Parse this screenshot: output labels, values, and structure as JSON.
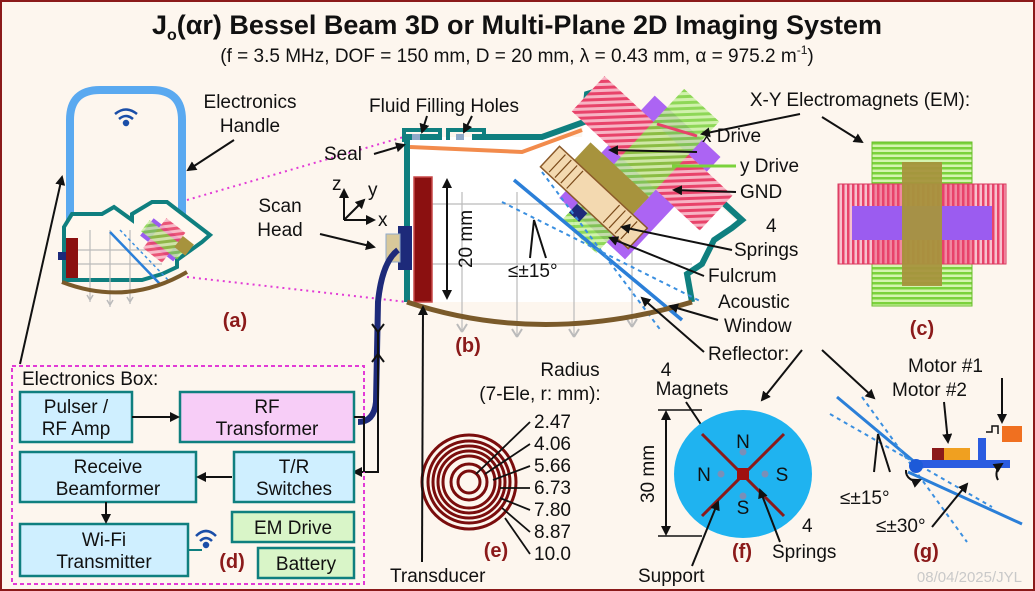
{
  "title": {
    "prefix": "J",
    "subscript": "o",
    "suffix": "(αr) Bessel Beam 3D or Multi-Plane 2D Imaging System"
  },
  "subtitle": {
    "main": "(f = 3.5 MHz, DOF = 150 mm, D = 20 mm, λ = 0.43 mm, α = 975.2 m",
    "superscript": "-1",
    "close": ")"
  },
  "panel_a": {
    "letter": "(a)",
    "handle_line1": "Electronics",
    "handle_line2": "Handle",
    "scan_line1": "Scan",
    "scan_line2": "Head"
  },
  "panel_b": {
    "letter": "(b)",
    "fluid_holes": "Fluid Filling Holes",
    "seal": "Seal",
    "axis_z": "z",
    "axis_y": "y",
    "axis_x": "x",
    "dimension": "20 mm",
    "angle": "≤±15°",
    "x_drive": "x Drive",
    "y_drive": "y Drive",
    "gnd": "GND",
    "springs_count": "4",
    "springs": "Springs",
    "fulcrum": "Fulcrum",
    "acoustic_line1": "Acoustic",
    "acoustic_line2": "Window",
    "reflector": "Reflector:"
  },
  "panel_c": {
    "letter": "(c)",
    "heading": "X-Y Electromagnets (EM):"
  },
  "panel_d": {
    "letter": "(d)",
    "heading": "Electronics Box:",
    "boxes": {
      "pulser_line1": "Pulser /",
      "pulser_line2": "RF Amp",
      "rf_line1": "RF",
      "rf_line2": "Transformer",
      "receive_line1": "Receive",
      "receive_line2": "Beamformer",
      "tr_line1": "T/R",
      "tr_line2": "Switches",
      "wifi_line1": "Wi-Fi",
      "wifi_line2": "Transmitter",
      "em_drive": "EM Drive",
      "battery": "Battery"
    }
  },
  "panel_e": {
    "letter": "(e)",
    "heading_line1": "Radius",
    "heading_line2": "(7-Ele, r: mm):",
    "radii": [
      "2.47",
      "4.06",
      "5.66",
      "6.73",
      "7.80",
      "8.87",
      "10.0"
    ],
    "transducer": "Transducer"
  },
  "panel_f": {
    "letter": "(f)",
    "magnets_count": "4",
    "magnets": "Magnets",
    "dimension": "30 mm",
    "poles": [
      "N",
      "S",
      "S",
      "N"
    ],
    "springs_count": "4",
    "springs": "Springs",
    "support": "Support"
  },
  "panel_g": {
    "letter": "(g)",
    "motor1": "Motor #1",
    "motor2": "Motor #2",
    "angle1": "≤±15°",
    "angle2": "≤±30°"
  },
  "stamp": "08/04/2025/JYL",
  "colors": {
    "housing": "#0f7f7f",
    "title_red": "#8b1a1a",
    "electronics_border": "#e23bd6",
    "box_fill": "#cfefff",
    "rf_fill": "#f7cdf7",
    "em_fill": "#d9f5c8",
    "em_red": "#e8436a",
    "em_green": "#7bd23c",
    "em_purple": "#9b5cf0",
    "em_olive": "#a7933d",
    "reflector": "#2b7fd8",
    "beam_blue": "#3a8fe0",
    "window": "#7a5a2a",
    "handle": "#5aa9f0",
    "cable": "#1d2a7a",
    "transducer": "#7a0d0d"
  }
}
